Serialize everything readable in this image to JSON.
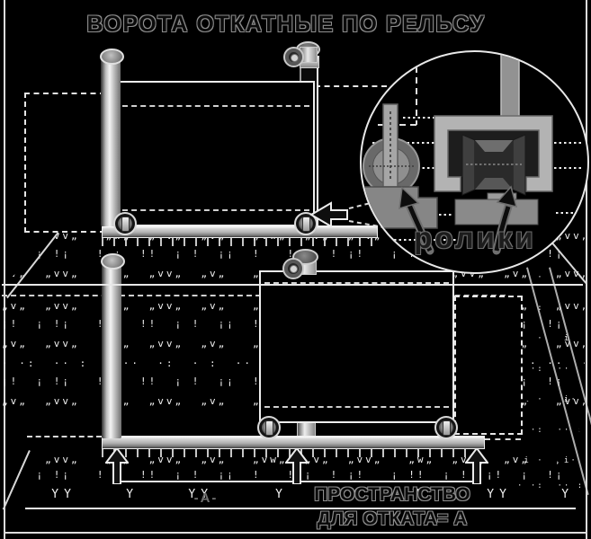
{
  "title": "ВОРОТА ОТКАТНЫЕ ПО РЕЛЬСУ",
  "detail_circle": {
    "label": "ролики"
  },
  "dimension": {
    "width_label": "-А-",
    "rollback_label_line1": "ПРОСТРАНСТВО",
    "rollback_label_line2": "ДЛЯ ОТКАТА= А"
  },
  "colors": {
    "background": "#000000",
    "outline": "#ececec",
    "metal_light": "#d9d9d9",
    "metal_dark": "#5a5a5a",
    "label_gray": "#6f6f6f"
  },
  "textures": {
    "row_hang": "„v„  „vv„   „w„  „vv„  „v„   „vw„  „v„  „vv„   „w„  „vv„  „v„   „vv„  „w„  „vv„  „v„   „vv„",
    "row_ticks": "¡!  ¡ !¡   ! ¡  !!  ¡ !  ¡¡  !   ! ¡  ! ¡!   ¡ !!  ¡ !  ¡!  ¡  !¡   ! ¡  !!  ¡ !  ¡! ¡  !¡",
    "row_dots": "· ·:  ·· :  · ··  ·:  · :  ·· ·  :· ··  · :  ··  · ·:  ·· :  · ··  ·:  · :  ·· ·  :· ·",
    "row_big_tufts": "Y   YY    Y    YY     Y    YY    Y     YY    Y    YY    Y     YY    Y    YY     Y    YY",
    "row_sparse": "·i ·   i·  · ·i   i ·  ·i·   · i  ·i ·   i·  ·i ·   i·"
  }
}
